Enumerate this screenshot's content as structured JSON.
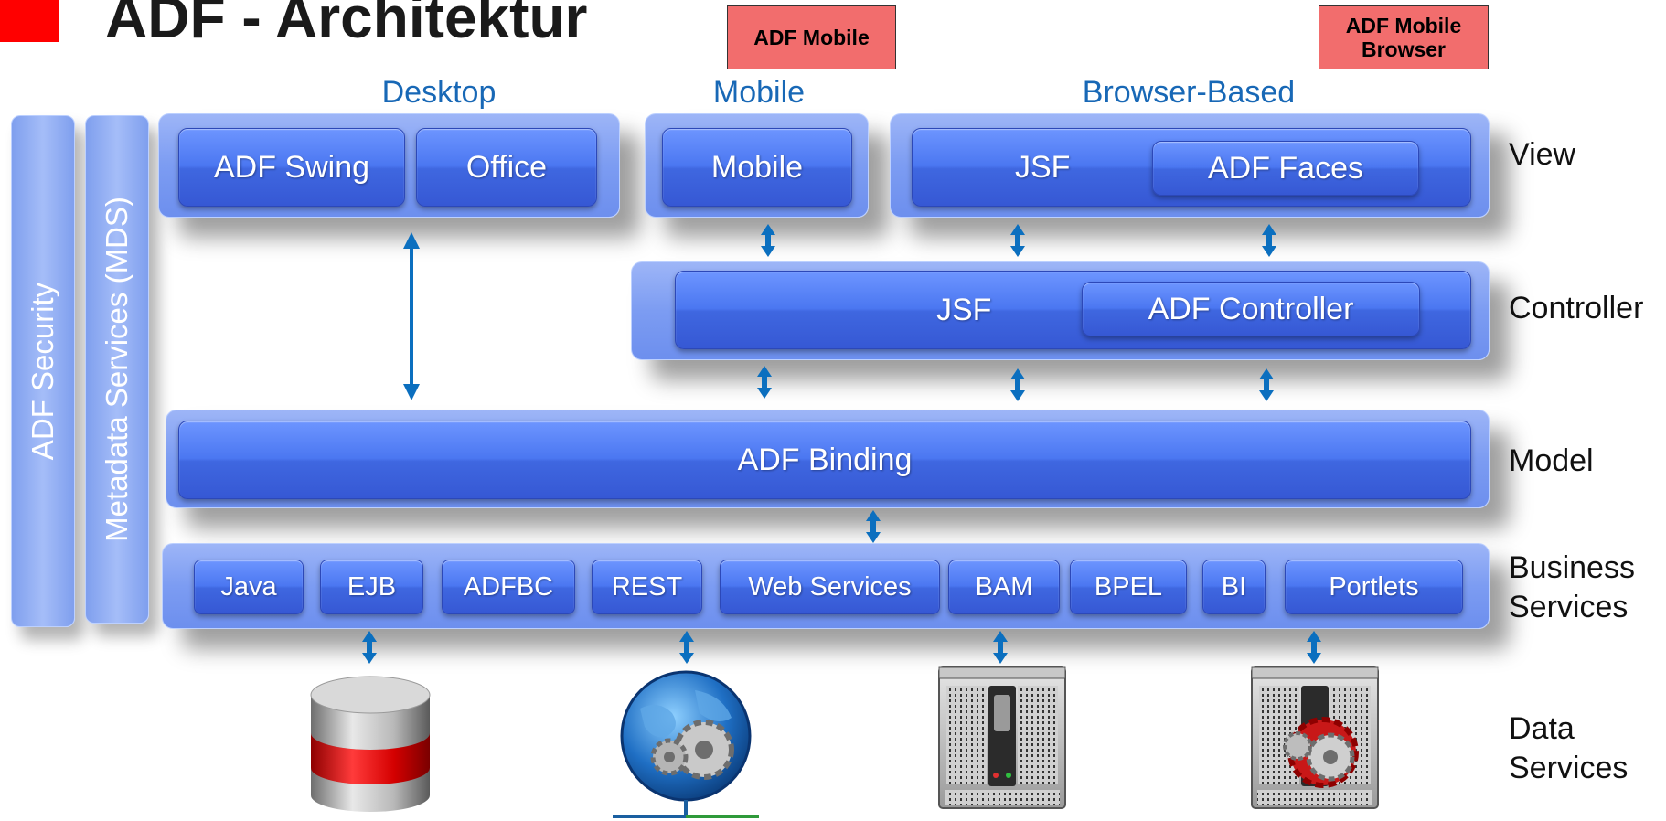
{
  "title": "ADF - Architektur",
  "badges": {
    "mobile": "ADF Mobile",
    "mobile_browser": "ADF Mobile Browser"
  },
  "columns": {
    "desktop": "Desktop",
    "mobile": "Mobile",
    "browser": "Browser-Based"
  },
  "layers": {
    "view": "View",
    "controller": "Controller",
    "model": "Model",
    "business": "Business Services",
    "data": "Data Services"
  },
  "vertical_bars": {
    "security": "ADF Security",
    "mds": "Metadata Services (MDS)"
  },
  "view": {
    "swing": "ADF Swing",
    "office": "Office",
    "mobile": "Mobile",
    "jsf": "JSF",
    "faces": "ADF Faces"
  },
  "controller": {
    "jsf": "JSF",
    "adf_controller": "ADF Controller"
  },
  "model": {
    "binding": "ADF Binding"
  },
  "business_services": [
    "Java",
    "EJB",
    "ADFBC",
    "REST",
    "Web Services",
    "BAM",
    "BPEL",
    "BI",
    "Portlets"
  ],
  "data_services_icons": [
    "database-icon",
    "globe-gears-icon",
    "server-icon",
    "server-gears-icon"
  ],
  "colors": {
    "panel": "#7c9cf2",
    "button": "#4b77f1",
    "arrow": "#0b6fbf",
    "badge": "#f26d6d",
    "accent_red": "#ff0000",
    "column_label": "#1868b6"
  }
}
